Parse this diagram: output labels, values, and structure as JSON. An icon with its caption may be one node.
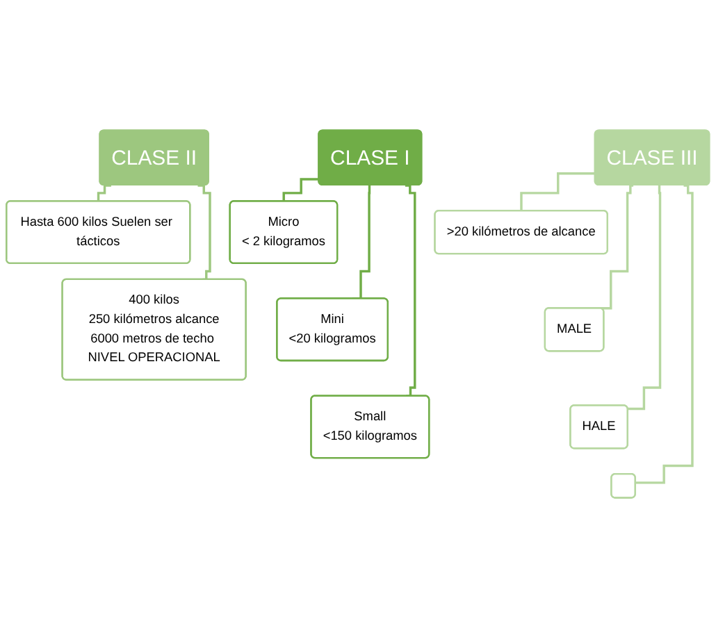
{
  "diagram": {
    "nodes": [
      {
        "text": [
          "CLASE I"
        ]
      },
      {
        "text": [
          "Micro",
          "< 2 kilogramos"
        ]
      },
      {
        "text": [
          "Mini",
          "<20 kilogramos"
        ]
      },
      {
        "text": [
          "Small",
          "<150 kilogramos"
        ]
      },
      {
        "text": [
          "CLASE II"
        ]
      },
      {
        "text": [
          "Hasta 600 kilos Suelen ser tácticos"
        ]
      },
      {
        "text": [
          "400 kilos",
          "250 kilómetros alcance",
          "6000 metros de techo NIVEL OPERACIONAL"
        ]
      },
      {
        "text": [
          "CLASE III"
        ]
      },
      {
        "text": [
          ">20 kilómetros de alcance"
        ]
      },
      {
        "text": [
          "MALE"
        ]
      },
      {
        "text": [
          "HALE"
        ]
      },
      {
        "text": [],
        "shape": "box"
      }
    ],
    "edges": [
      {
        "from": 0,
        "to": 1,
        "arrow": "none"
      },
      {
        "from": 0,
        "to": 2,
        "arrow": "none"
      },
      {
        "from": 0,
        "to": 3,
        "arrow": "none"
      },
      {
        "from": 4,
        "to": 5,
        "arrow": "none"
      },
      {
        "from": 4,
        "to": 6,
        "arrow": "none"
      },
      {
        "from": 7,
        "to": 8,
        "arrow": "none"
      },
      {
        "from": 7,
        "to": 9,
        "arrow": "none"
      },
      {
        "from": 7,
        "to": 10,
        "arrow": "none"
      },
      {
        "from": 7,
        "to": 11,
        "arrow": "none"
      }
    ]
  }
}
